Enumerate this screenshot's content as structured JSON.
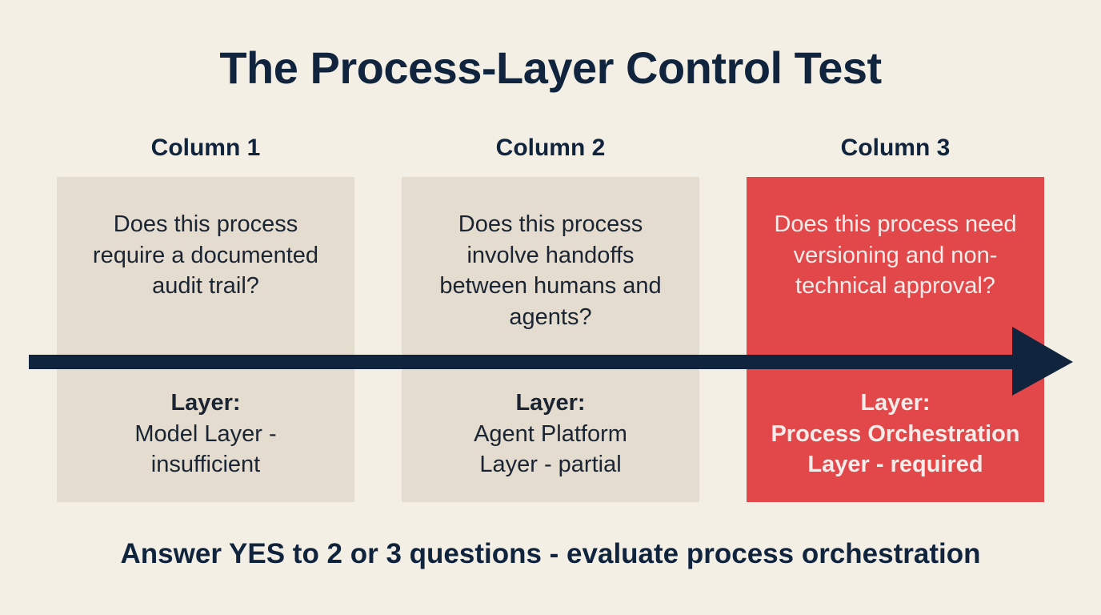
{
  "title": "The Process-Layer Control Test",
  "columns": [
    {
      "header": "Column 1",
      "question": "Does this process require a documented audit trail?",
      "layer_label": "Layer:",
      "layer_value": "Model Layer - insufficient"
    },
    {
      "header": "Column 2",
      "question": "Does this process involve handoffs between humans and agents?",
      "layer_label": "Layer:",
      "layer_value": "Agent Platform Layer - partial"
    },
    {
      "header": "Column 3",
      "question": "Does this process need versioning and non-technical approval?",
      "layer_label": "Layer:",
      "layer_value": "Process Orchestration Layer - required"
    }
  ],
  "footer": "Answer YES to 2 or 3 questions - evaluate process orchestration",
  "colors": {
    "background": "#f3efe5",
    "navy": "#10243e",
    "card_neutral": "#e4ddcf",
    "card_accent": "#e2474a"
  }
}
